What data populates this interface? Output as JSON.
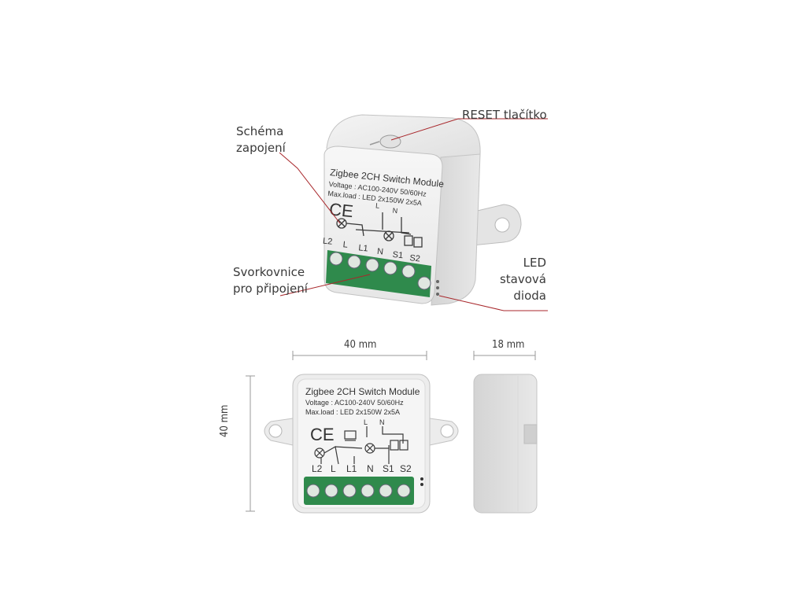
{
  "callouts": {
    "reset": "RESET tlačítko",
    "schema_line1": "Schéma",
    "schema_line2": "zapojení",
    "terminal_line1": "Svorkovnice",
    "terminal_line2": "pro připojení",
    "led_line1": "LED",
    "led_line2": "stavová",
    "led_line3": "dioda"
  },
  "dimensions": {
    "width": "40 mm",
    "height": "40 mm",
    "depth": "18 mm"
  },
  "module_label": {
    "title": "Zigbee 2CH Switch Module",
    "voltage": "Voltage : AC100-240V  50/60Hz",
    "max_load": "Max.load : LED 2x150W  2x5A",
    "ce_mark": "CE",
    "terminals": [
      "L2",
      "L",
      "L1",
      "N",
      "S1",
      "S2"
    ],
    "schematic_top_L": "L",
    "schematic_top_N": "N"
  },
  "colors": {
    "line_red": "#a8272b",
    "terminal_green": "#2f8a4c",
    "housing": "#ececec"
  }
}
